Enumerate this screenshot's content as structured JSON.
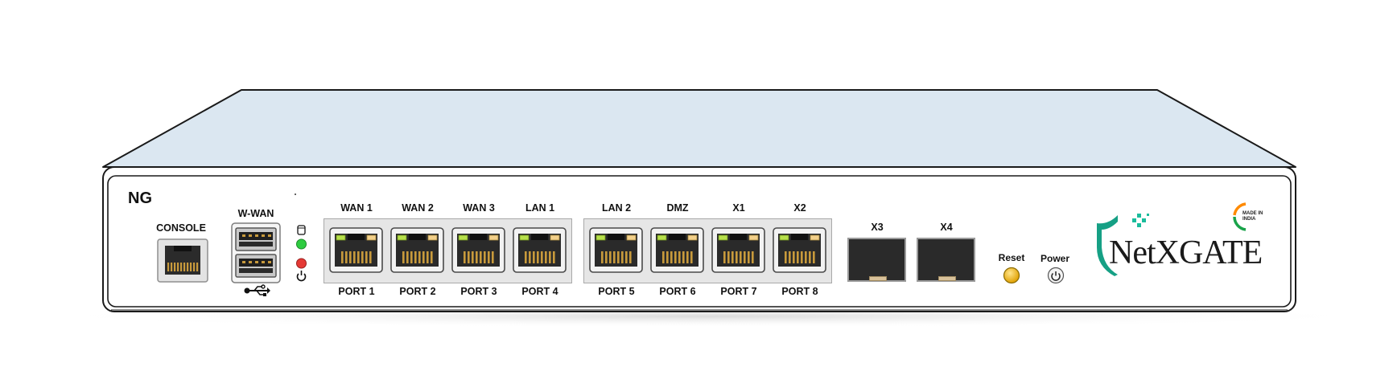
{
  "device": {
    "model": "NG",
    "brand": "NetXGATE",
    "badge": "MADE IN INDIA",
    "colors": {
      "chassis_top": "#dbe7f1",
      "front_panel": "#ffffff",
      "brand_accent": "#16a085",
      "led_green": "#2ecc40",
      "led_red": "#e53935",
      "reset_amber": "#f5b800"
    }
  },
  "console": {
    "label": "CONSOLE"
  },
  "wwan": {
    "label": "W-WAN",
    "usb_icon": "usb-icon"
  },
  "status_icons": [
    "storage-icon",
    "power-icon"
  ],
  "rj45_ports": [
    {
      "top": "WAN 1",
      "bottom": "PORT 1"
    },
    {
      "top": "WAN 2",
      "bottom": "PORT 2"
    },
    {
      "top": "WAN 3",
      "bottom": "PORT 3"
    },
    {
      "top": "LAN 1",
      "bottom": "PORT 4"
    },
    {
      "top": "LAN 2",
      "bottom": "PORT 5"
    },
    {
      "top": "DMZ",
      "bottom": "PORT 6"
    },
    {
      "top": "X1",
      "bottom": "PORT 7"
    },
    {
      "top": "X2",
      "bottom": "PORT 8"
    }
  ],
  "sfp_ports": [
    {
      "label": "X3"
    },
    {
      "label": "X4"
    }
  ],
  "buttons": {
    "reset": "Reset",
    "power": "Power"
  }
}
